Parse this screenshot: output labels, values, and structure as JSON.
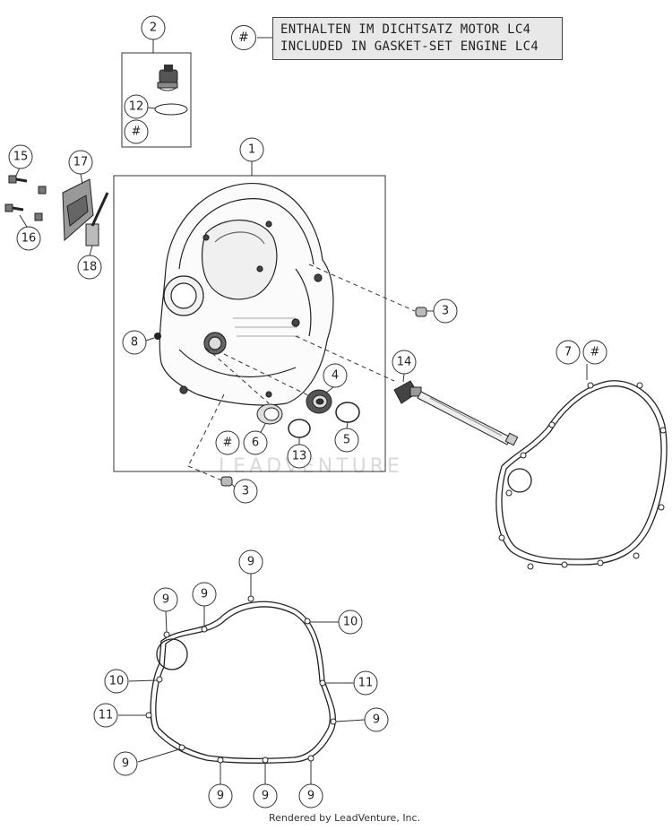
{
  "legend": {
    "key_symbol": "#",
    "line_1": "ENTHALTEN IM DICHTSATZ MOTOR LC4",
    "line_2": "INCLUDED IN GASKET-SET ENGINE LC4"
  },
  "callouts": {
    "c1": "1",
    "c2": "2",
    "c12": "12",
    "c2_hash": "#",
    "c15": "15",
    "c16": "16",
    "c17": "17",
    "c18": "18",
    "c3a": "3",
    "c3b": "3",
    "c4": "4",
    "c5": "5",
    "c6": "6",
    "c6_hash": "#",
    "c7": "7",
    "c7_hash": "#",
    "c8": "8",
    "c13": "13",
    "c14": "14",
    "g9a": "9",
    "g9b": "9",
    "g9c": "9",
    "g9d": "9",
    "g9e": "9",
    "g9f": "9",
    "g9g": "9",
    "g9h": "9",
    "g10a": "10",
    "g10b": "10",
    "g11a": "11",
    "g11b": "11"
  },
  "watermark": "LEADVENTURE",
  "credit": "Rendered by LeadVenture, Inc."
}
